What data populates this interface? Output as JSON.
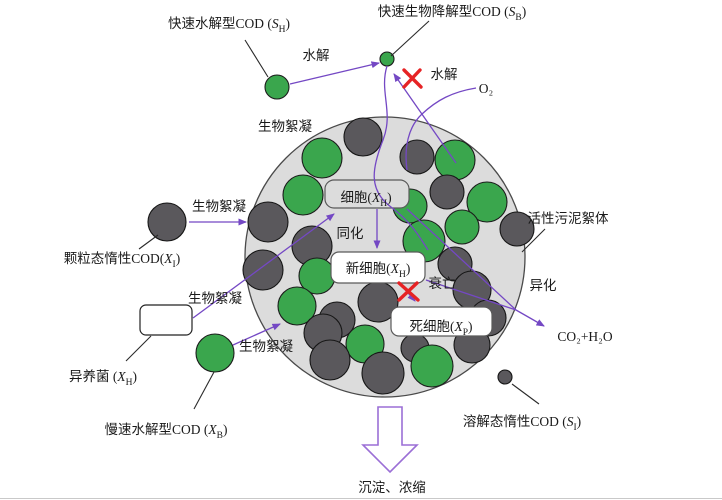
{
  "colors": {
    "arrow_purple": "#7448c4",
    "settling_arrow_purple": "#9b6fd6",
    "particle_green": "#3aa64d",
    "particle_gray": "#5a585c",
    "floc_gray": "#dcdcdc",
    "blocked_red": "#e62325",
    "text": "#1a1a1a"
  },
  "labels": {
    "fast_hydrolysis_cod": {
      "pre": "快速水解型COD (",
      "v": "S",
      "sub": "H",
      "post": ")"
    },
    "fast_biodegradable_cod": {
      "pre": "快速生物降解型COD (",
      "v": "S",
      "sub": "B",
      "post": ")"
    },
    "hydrolysis_top": "水解",
    "hydrolysis_blocked": "水解",
    "oxygen": "O₂",
    "bioflocculation_floc": "生物絮凝",
    "bioflocculation_xi": "生物絮凝",
    "bioflocculation_xh": "生物絮凝",
    "bioflocculation_xb": "生物絮凝",
    "particulate_inert_cod": {
      "pre": "颗粒态惰性COD(",
      "v": "X",
      "sub": "I",
      "post": ")"
    },
    "heterotroph": {
      "pre": "异养菌 (",
      "v": "X",
      "sub": "H",
      "post": ")"
    },
    "slow_hydrolysis_cod": {
      "pre": "慢速水解型COD (",
      "v": "X",
      "sub": "B",
      "post": ")"
    },
    "cell": {
      "pre": "细胞(",
      "v": "X",
      "sub": "H",
      "post": ")"
    },
    "assimilation": "同化",
    "new_cell": {
      "pre": "新细胞(",
      "v": "X",
      "sub": "H",
      "post": ")"
    },
    "decay": "衰亡",
    "dead_cell": {
      "pre": "死细胞(",
      "v": "X",
      "sub": "P",
      "post": ")"
    },
    "activated_sludge_floc": "活性污泥絮体",
    "dissimilation": "异化",
    "co2_h2o": "CO₂+H₂O",
    "soluble_inert_cod": {
      "pre": "溶解态惰性COD (",
      "v": "S",
      "sub": "I",
      "post": ")"
    },
    "sedimentation": "沉淀、浓缩"
  }
}
